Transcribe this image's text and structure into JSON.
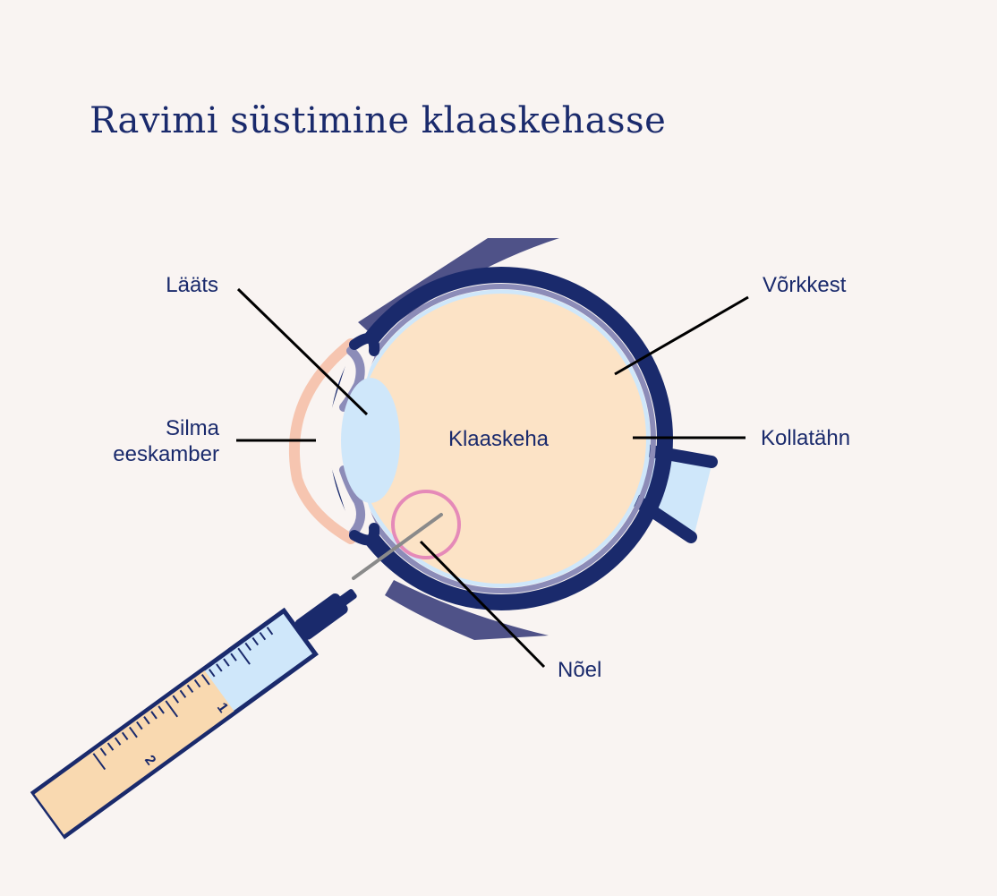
{
  "title": "Ravimi süstimine klaaskehasse",
  "labels": {
    "lens": "Lääts",
    "anterior_chamber_line1": "Silma",
    "anterior_chamber_line2": "eeskamber",
    "vitreous": "Klaaskeha",
    "retina": "Võrkkest",
    "macula": "Kollatähn",
    "needle": "Nõel"
  },
  "syringe": {
    "mark_1": "1",
    "mark_2": "2"
  },
  "colors": {
    "navy": "#1a2a6c",
    "vitreous": "#fce3c6",
    "lens": "#cfe7fa",
    "cornea": "#f6c5b0",
    "lid": "#4f5288",
    "choroid": "#8c8cb8",
    "injection_circle": "#e58ab8",
    "medication": "#f9d9b0"
  }
}
